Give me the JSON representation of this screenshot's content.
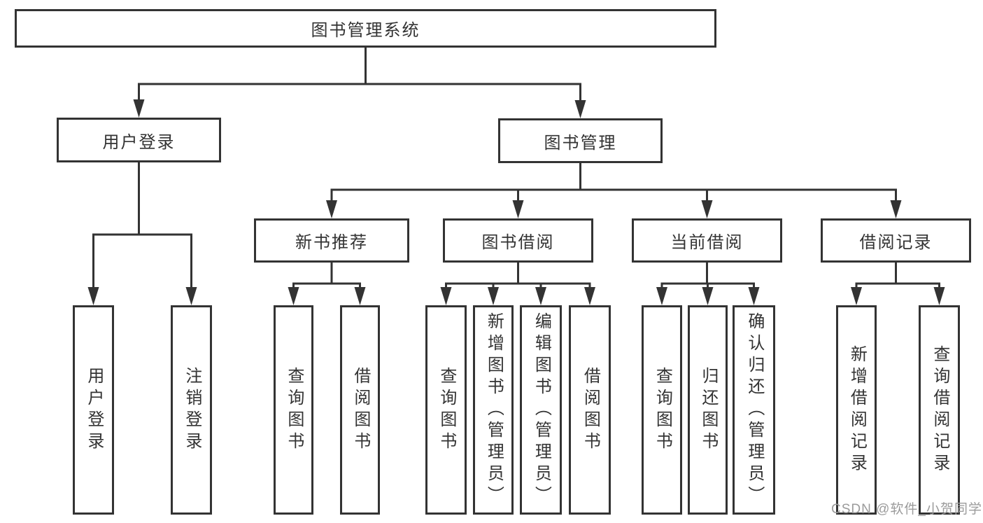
{
  "tree": {
    "label": "图书管理系统",
    "children": [
      {
        "label": "用户登录",
        "children": [
          {
            "label": "用户登录"
          },
          {
            "label": "注销登录"
          }
        ]
      },
      {
        "label": "图书管理",
        "children": [
          {
            "label": "新书推荐",
            "children": [
              {
                "label": "查询图书"
              },
              {
                "label": "借阅图书"
              }
            ]
          },
          {
            "label": "图书借阅",
            "children": [
              {
                "label": "查询图书"
              },
              {
                "label": "新增图书（管理员）"
              },
              {
                "label": "编辑图书（管理员）"
              },
              {
                "label": "借阅图书"
              }
            ]
          },
          {
            "label": "当前借阅",
            "children": [
              {
                "label": "查询图书"
              },
              {
                "label": "归还图书"
              },
              {
                "label": "确认归还（管理员）"
              }
            ]
          },
          {
            "label": "借阅记录",
            "children": [
              {
                "label": "新增借阅记录"
              },
              {
                "label": "查询借阅记录"
              }
            ]
          }
        ]
      }
    ]
  },
  "watermark": {
    "text": "CSDN @软件_小贺同学"
  },
  "colors": {
    "line": "#333333",
    "border": "#333333",
    "text": "#333333",
    "background": "#ffffff",
    "watermark_text": "#9b9b9b"
  }
}
